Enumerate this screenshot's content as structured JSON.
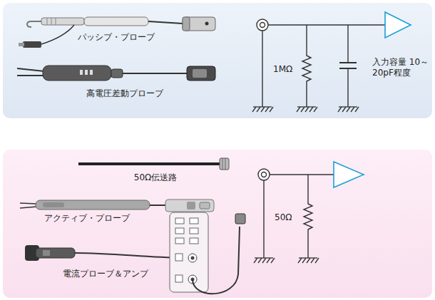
{
  "diagram": {
    "labels": [
      "パッシブ・プローブ",
      "高電圧差動プローブ",
      "1MΩ",
      "入力容量 10～20pF程度",
      "50Ω伝送路",
      "アクティブ・プローブ",
      "電流プローブ＆アンプ",
      "50Ω"
    ]
  }
}
